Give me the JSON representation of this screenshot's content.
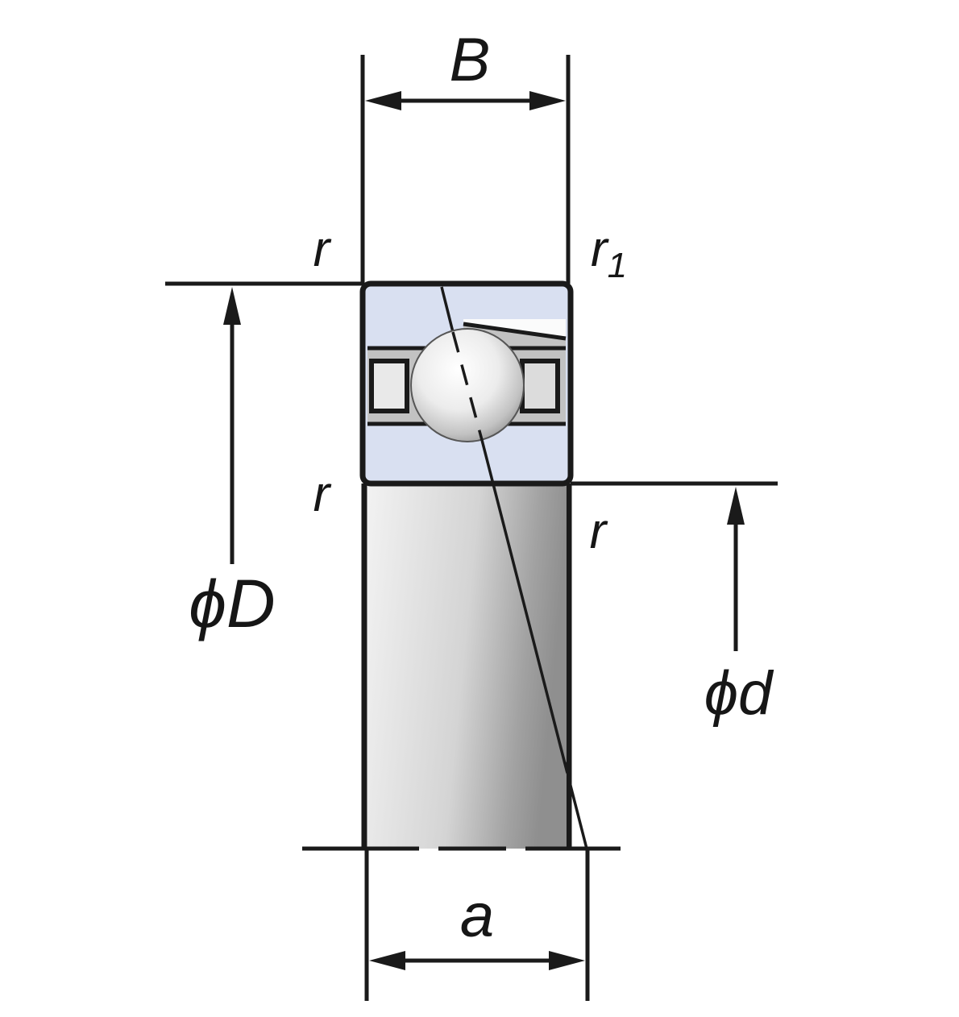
{
  "diagram": {
    "type": "angular-contact-ball-bearing-dimension-diagram",
    "labels": {
      "width": "B",
      "chamfer_top_left": "r",
      "chamfer_top_right_base": "r",
      "chamfer_top_right_sub": "1",
      "chamfer_mid_left": "r",
      "chamfer_mid_right": "r",
      "outer_diameter": "ϕD",
      "bore_diameter": "ϕd",
      "contact_offset": "a"
    },
    "colors": {
      "line": "#1a1a1a",
      "outer_ring_fill": "#d9e0f1",
      "race_fill": "#c2c2c2",
      "cage_fill": "#e9e9e9",
      "shaft_light": "#f0f0f0",
      "shaft_dark": "#8f8f8f",
      "background": "#ffffff"
    }
  }
}
